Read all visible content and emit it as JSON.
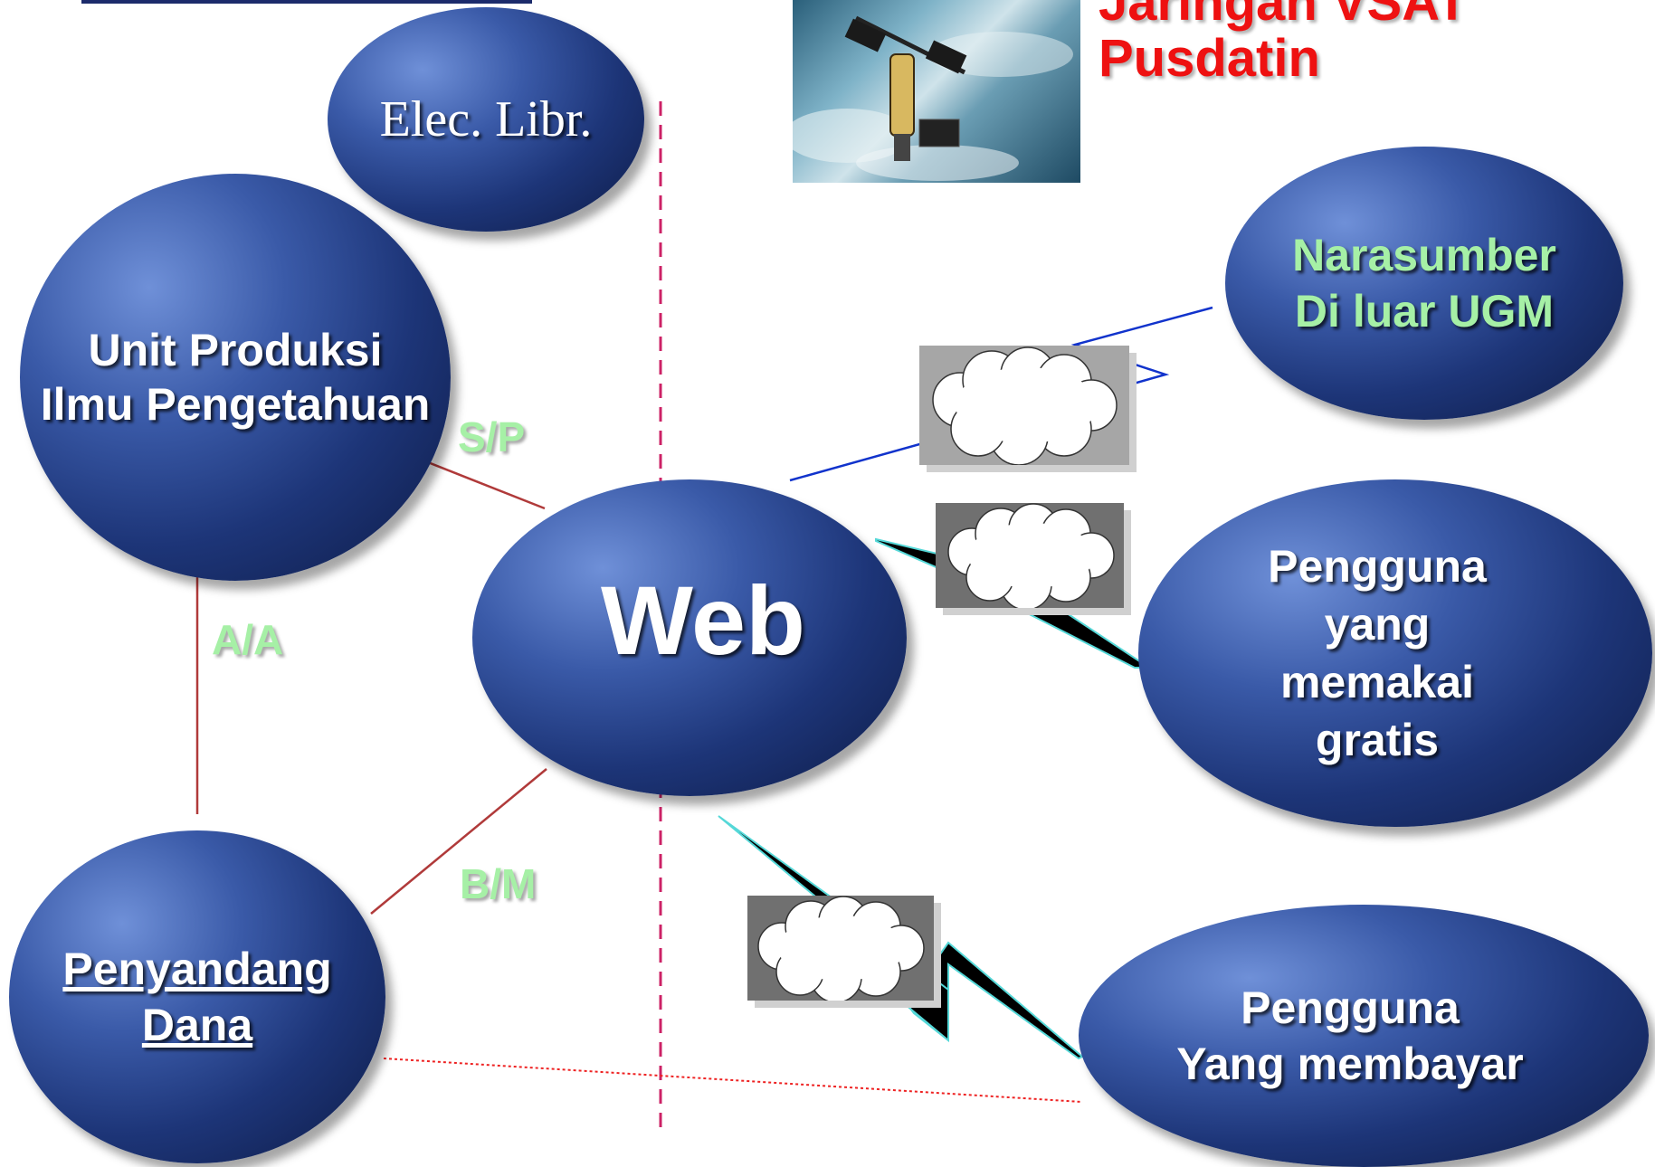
{
  "title": {
    "lines": [
      "Jaringan VSAT",
      "Pusdatin"
    ]
  },
  "nodes": {
    "elec_libr": "Elec. Libr.",
    "unit_produksi": [
      "Unit Produksi",
      "Ilmu Pengetahuan"
    ],
    "web": "Web",
    "penyandang_dana": [
      "Penyandang",
      "Dana"
    ],
    "narasumber": [
      "Narasumber",
      "Di luar UGM"
    ],
    "pengguna_gratis": [
      "Pengguna",
      "yang",
      "memakai",
      "gratis"
    ],
    "pengguna_bayar": [
      "Pengguna",
      "Yang membayar"
    ]
  },
  "edge_labels": {
    "sp": "S/P",
    "aa": "A/A",
    "bm": "B/M"
  },
  "colors": {
    "title": "#ee1111",
    "narasumber_text": "#a6f0a6",
    "edge_label": "#a6f0a6",
    "red_line": "#b03a3a",
    "blue_line": "#1133cc",
    "cyan_edge": "#55d8d8",
    "magenta_divider": "#cc2266",
    "dotted_red": "#ee2222"
  },
  "icons": {
    "satellite": "satellite-photo",
    "cloud": "cloud-icon"
  }
}
